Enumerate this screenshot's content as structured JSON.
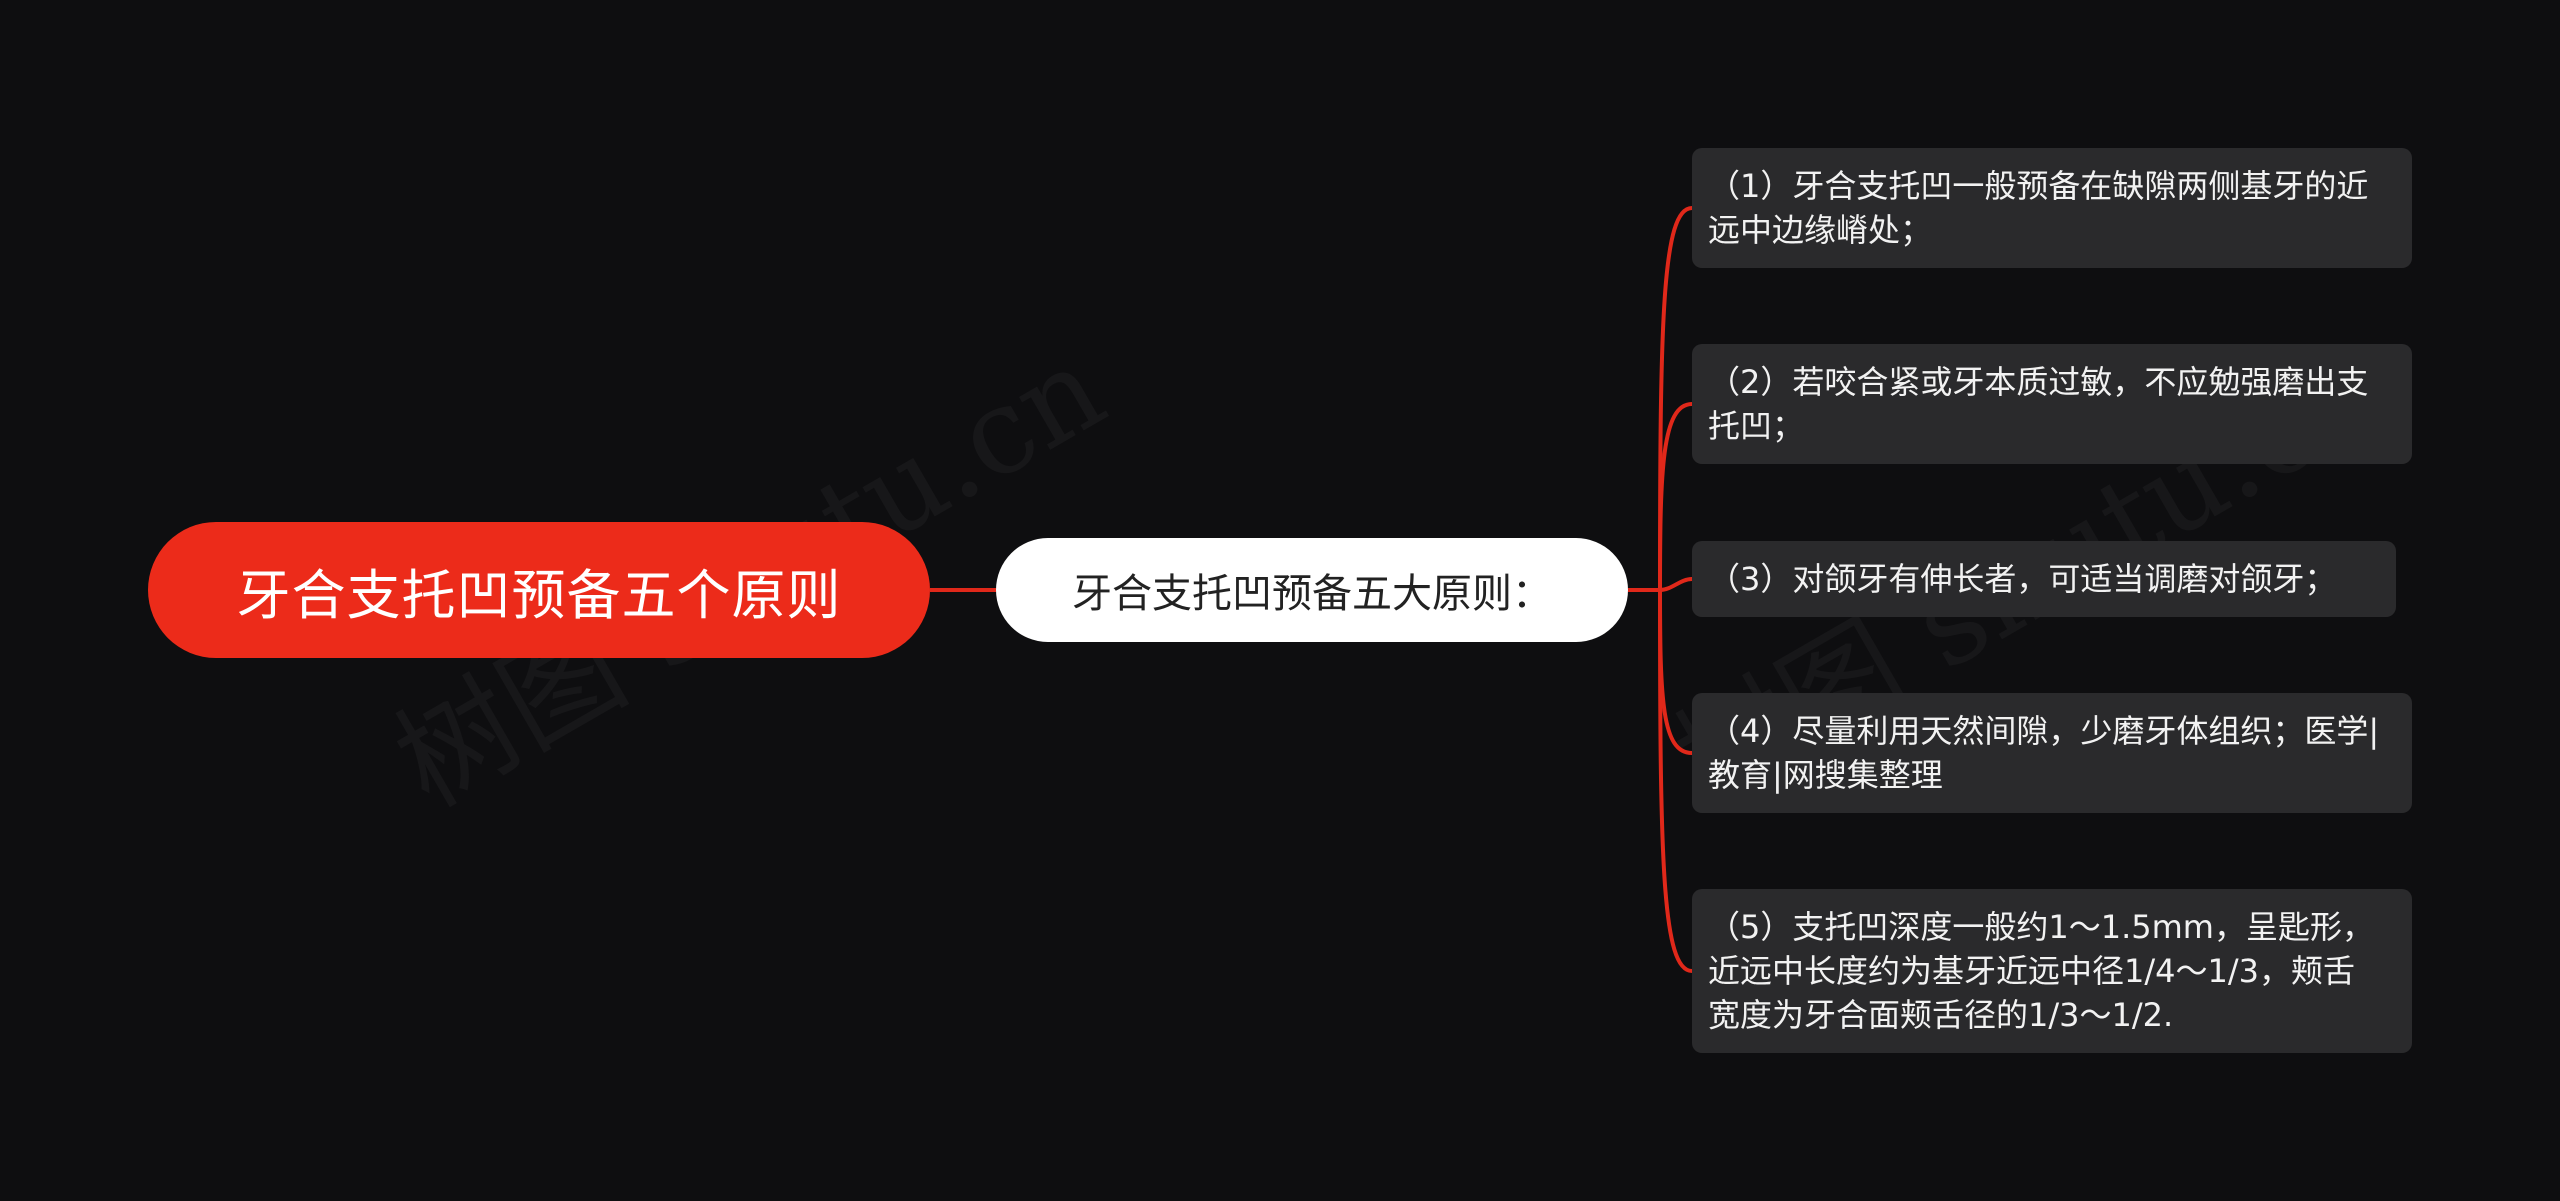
{
  "watermark": "树图 shutu.cn",
  "colors": {
    "background": "#0e0e10",
    "root_fill": "#ec2b1a",
    "branch_fill": "#ffffff",
    "leaf_fill": "#2a2a2c",
    "connector": "#e0281a"
  },
  "mindmap": {
    "root": "牙合支托凹预备五个原则",
    "branch": "牙合支托凹预备五大原则：",
    "leaves": [
      "（1）牙合支托凹一般预备在缺隙两侧基牙的近远中边缘嵴处；",
      "（2）若咬合紧或牙本质过敏，不应勉强磨出支托凹；",
      "（3）对颌牙有伸长者，可适当调磨对颌牙；",
      "（4）尽量利用天然间隙，少磨牙体组织；医学|教育|网搜集整理",
      "（5）支托凹深度一般约1～1.5mm，呈匙形，近远中长度约为基牙近远中径1/4～1/3，颊舌宽度为牙合面颊舌径的1/3～1/2."
    ]
  }
}
